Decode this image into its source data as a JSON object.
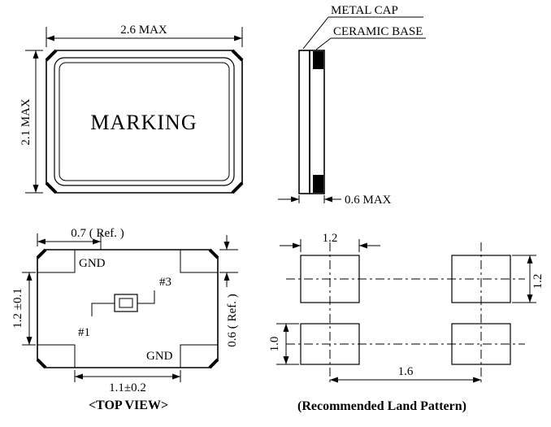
{
  "package_top_view": {
    "marking": "MARKING",
    "width_dim": "2.6 MAX",
    "height_dim": "2.1 MAX"
  },
  "side_view": {
    "metal_cap_label": "METAL CAP",
    "ceramic_base_label": "CERAMIC BASE",
    "thickness_dim": "0.6 MAX"
  },
  "top_view": {
    "gnd_top_label": "GND",
    "pin3_label": "#3",
    "pin1_label": "#1",
    "gnd_bottom_label": "GND",
    "pad_width_dim": "0.7 ( Ref. )",
    "left_dim": "1.2 ±0.1",
    "right_dim": "0.6 ( Ref. )",
    "bottom_dim": "1.1±0.2",
    "caption": "<TOP VIEW>"
  },
  "land_pattern": {
    "pad_width_dim": "1.2",
    "right_height_dim": "1.2",
    "left_height_dim": "1.0",
    "pitch_dim": "1.6",
    "caption": "(Recommended Land Pattern)"
  }
}
